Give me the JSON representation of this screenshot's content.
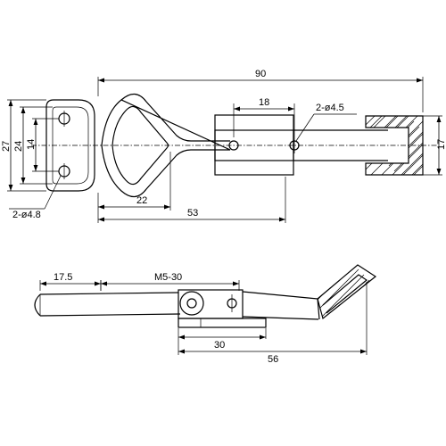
{
  "top_view": {
    "overall_length": "90",
    "hole_spacing": "18",
    "slot_holes": "2-ø4.5",
    "flange_height_outer": "27",
    "flange_height_inner": "24",
    "flange_hole_spacing": "14",
    "flange_holes": "2-ø4.8",
    "loop_width": "22",
    "hinge_distance": "53",
    "hook_height": "17"
  },
  "side_view": {
    "handle_offset": "17.5",
    "bolt_range": "M5-30",
    "base_length": "30",
    "reach": "56"
  }
}
